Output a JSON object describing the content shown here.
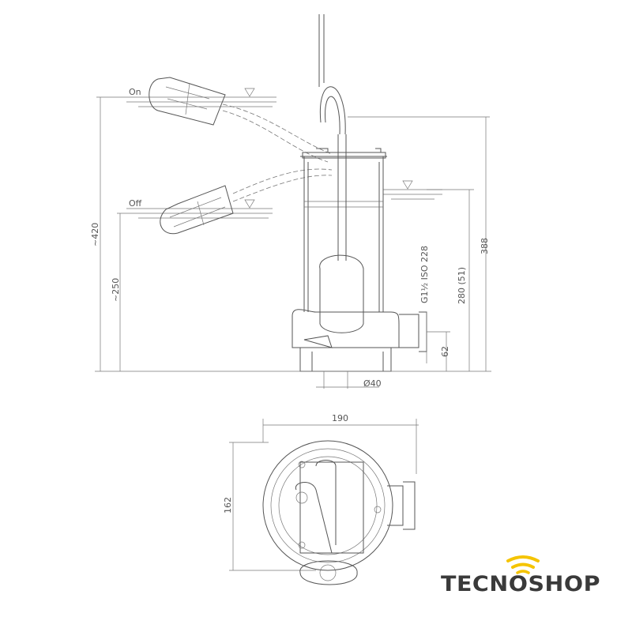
{
  "labels": {
    "on": "On",
    "off": "Off",
    "dim_420": "~420",
    "dim_250": "~250",
    "dim_388": "388",
    "dim_280": "280 (51)",
    "dim_62": "62",
    "thread": "G1½ ISO 228",
    "dia_40": "Ø40",
    "dim_190": "190",
    "dim_162": "162"
  },
  "logo": {
    "text": "TECNOSHOP",
    "text_color": "#3a3a3a",
    "signal_color": "#f5c400"
  }
}
